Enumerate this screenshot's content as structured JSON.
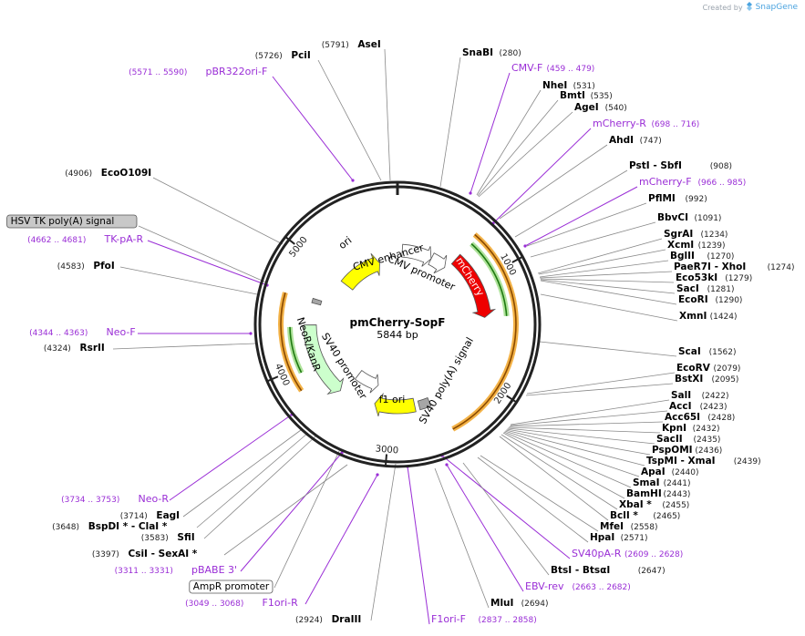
{
  "header": {
    "created_by": "Created by",
    "brand": "SnapGene"
  },
  "plasmid": {
    "name": "pmCherry-SopF",
    "length_label": "5844 bp",
    "length": 5844
  },
  "ticks": [
    {
      "pos": 1000,
      "label": "1000"
    },
    {
      "pos": 2000,
      "label": "2000"
    },
    {
      "pos": 3000,
      "label": "3000"
    },
    {
      "pos": 4000,
      "label": "4000"
    },
    {
      "pos": 5000,
      "label": "5000"
    }
  ],
  "features": [
    {
      "name": "CMV enhancer",
      "start": 60,
      "end": 440,
      "type": "enhancer",
      "color": "#ffffff"
    },
    {
      "name": "CMV promoter",
      "start": 441,
      "end": 644,
      "type": "promoter",
      "color": "#ffffff"
    },
    {
      "name": "mCherry",
      "start": 678,
      "end": 1388,
      "type": "cds",
      "color": "#ee0000"
    },
    {
      "name": "SV40 poly(A) signal",
      "start": 2560,
      "end": 2681,
      "type": "polya",
      "color": "#a6a6a6"
    },
    {
      "name": "f1 ori",
      "start": 2728,
      "end": 3183,
      "type": "origin",
      "color": "#ffff00"
    },
    {
      "name": "SV40 promoter",
      "start": 3206,
      "end": 3535,
      "type": "promoter",
      "color": "#ffffff"
    },
    {
      "name": "NeoR/KanR",
      "start": 3583,
      "end": 4377,
      "type": "cds",
      "color": "#ccffcc"
    },
    {
      "name": "HSV TK poly(A) signal",
      "start": 4613,
      "end": 4661,
      "type": "polya",
      "color": "#a6a6a6"
    },
    {
      "name": "ori",
      "start": 4993,
      "end": 5581,
      "type": "origin",
      "color": "#ffff00"
    }
  ],
  "sites": [
    {
      "name": "SnaBI",
      "pos": "(280)",
      "kind": "enzyme"
    },
    {
      "name": "CMV-F",
      "pos": "(459 .. 479)",
      "kind": "primer"
    },
    {
      "name": "NheI",
      "pos": "(531)",
      "kind": "enzyme"
    },
    {
      "name": "BmtI",
      "pos": "(535)",
      "kind": "enzyme"
    },
    {
      "name": "AgeI",
      "pos": "(540)",
      "kind": "enzyme"
    },
    {
      "name": "mCherry-R",
      "pos": "(698 .. 716)",
      "kind": "primer"
    },
    {
      "name": "AhdI",
      "pos": "(747)",
      "kind": "enzyme"
    },
    {
      "name": "PstI  - SbfI",
      "pos": "(908)",
      "kind": "enzyme"
    },
    {
      "name": "mCherry-F",
      "pos": "(966 .. 985)",
      "kind": "primer"
    },
    {
      "name": "PflMI",
      "pos": "(992)",
      "kind": "enzyme"
    },
    {
      "name": "BbvCI",
      "pos": "(1091)",
      "kind": "enzyme"
    },
    {
      "name": "SgrAI",
      "pos": "(1234)",
      "kind": "enzyme"
    },
    {
      "name": "XcmI",
      "pos": "(1239)",
      "kind": "enzyme"
    },
    {
      "name": "BglII",
      "pos": "(1270)",
      "kind": "enzyme"
    },
    {
      "name": "PaeR7I  - XhoI",
      "pos": "(1274)",
      "kind": "enzyme"
    },
    {
      "name": "Eco53kI",
      "pos": "(1279)",
      "kind": "enzyme"
    },
    {
      "name": "SacI",
      "pos": "(1281)",
      "kind": "enzyme"
    },
    {
      "name": "EcoRI",
      "pos": "(1290)",
      "kind": "enzyme"
    },
    {
      "name": "XmnI",
      "pos": "(1424)",
      "kind": "enzyme"
    },
    {
      "name": "ScaI",
      "pos": "(1562)",
      "kind": "enzyme"
    },
    {
      "name": "EcoRV",
      "pos": "(2079)",
      "kind": "enzyme"
    },
    {
      "name": "BstXI",
      "pos": "(2095)",
      "kind": "enzyme"
    },
    {
      "name": "SalI",
      "pos": "(2422)",
      "kind": "enzyme"
    },
    {
      "name": "AccI",
      "pos": "(2423)",
      "kind": "enzyme"
    },
    {
      "name": "Acc65I",
      "pos": "(2428)",
      "kind": "enzyme"
    },
    {
      "name": "KpnI",
      "pos": "(2432)",
      "kind": "enzyme"
    },
    {
      "name": "SacII",
      "pos": "(2435)",
      "kind": "enzyme"
    },
    {
      "name": "PspOMI",
      "pos": "(2436)",
      "kind": "enzyme"
    },
    {
      "name": "TspMI  - XmaI",
      "pos": "(2439)",
      "kind": "enzyme"
    },
    {
      "name": "ApaI",
      "pos": "(2440)",
      "kind": "enzyme"
    },
    {
      "name": "SmaI",
      "pos": "(2441)",
      "kind": "enzyme"
    },
    {
      "name": "BamHI",
      "pos": "(2443)",
      "kind": "enzyme"
    },
    {
      "name": "XbaI *",
      "pos": "(2455)",
      "kind": "enzyme"
    },
    {
      "name": "BclI *",
      "pos": "(2465)",
      "kind": "enzyme"
    },
    {
      "name": "MfeI",
      "pos": "(2558)",
      "kind": "enzyme"
    },
    {
      "name": "HpaI",
      "pos": "(2571)",
      "kind": "enzyme"
    },
    {
      "name": "SV40pA-R",
      "pos": "(2609 .. 2628)",
      "kind": "primer"
    },
    {
      "name": "BtsI  - BtsαI",
      "pos": "(2647)",
      "kind": "enzyme"
    },
    {
      "name": "EBV-rev",
      "pos": "(2663 .. 2682)",
      "kind": "primer"
    },
    {
      "name": "MluI",
      "pos": "(2694)",
      "kind": "enzyme"
    },
    {
      "name": "F1ori-F",
      "pos": "(2837 .. 2858)",
      "kind": "primer"
    },
    {
      "name": "DraIII",
      "pos": "(2924)",
      "kind": "enzyme"
    },
    {
      "name": "F1ori-R",
      "pos": "(3049 .. 3068)",
      "kind": "primer"
    },
    {
      "name": "AmpR promoter",
      "pos": "",
      "kind": "feature"
    },
    {
      "name": "pBABE 3'",
      "pos": "(3311 .. 3331)",
      "kind": "primer"
    },
    {
      "name": "CsiI  - SexAI *",
      "pos": "(3397)",
      "kind": "enzyme"
    },
    {
      "name": "SfiI",
      "pos": "(3583)",
      "kind": "enzyme"
    },
    {
      "name": "BspDI *  - ClaI *",
      "pos": "(3648)",
      "kind": "enzyme"
    },
    {
      "name": "EagI",
      "pos": "(3714)",
      "kind": "enzyme"
    },
    {
      "name": "Neo-R",
      "pos": "(3734 .. 3753)",
      "kind": "primer"
    },
    {
      "name": "RsrII",
      "pos": "(4324)",
      "kind": "enzyme"
    },
    {
      "name": "Neo-F",
      "pos": "(4344 .. 4363)",
      "kind": "primer"
    },
    {
      "name": "PfoI",
      "pos": "(4583)",
      "kind": "enzyme"
    },
    {
      "name": "TK-pA-R",
      "pos": "(4662 .. 4681)",
      "kind": "primer"
    },
    {
      "name": "HSV TK poly(A) signal",
      "pos": "",
      "kind": "feature"
    },
    {
      "name": "EcoO109I",
      "pos": "(4906)",
      "kind": "enzyme"
    },
    {
      "name": "pBR322ori-F",
      "pos": "(5571 .. 5590)",
      "kind": "primer"
    },
    {
      "name": "PciI",
      "pos": "(5726)",
      "kind": "enzyme"
    },
    {
      "name": "AseI",
      "pos": "(5791)",
      "kind": "enzyme"
    }
  ],
  "colors": {
    "enzyme": "#000000",
    "primer": "#9a2ed6",
    "feature_box": "#c8c8c8",
    "orange_arc": "#f3b247",
    "orange_arc_core": "#8a4a00",
    "green_arc": "#aee29a",
    "green_arc_core": "#1f7a12"
  }
}
